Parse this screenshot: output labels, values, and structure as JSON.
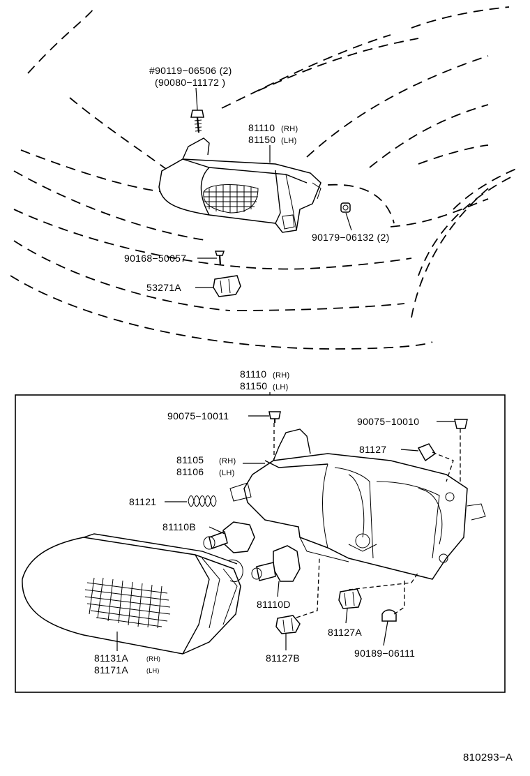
{
  "labels": {
    "bolt_top_line1": "#90119−06506 (2)",
    "bolt_top_line2": "(90080−11172 )",
    "assy_top_rh": "81110",
    "assy_top_rh_side": "(RH)",
    "assy_top_lh": "81150",
    "assy_top_lh_side": "(LH)",
    "nut_top": "90179−06132 (2)",
    "screw_top": "90168−50057",
    "clip_top": "53271A",
    "assy_box_rh": "81110",
    "assy_box_rh_side": "(RH)",
    "assy_box_lh": "81150",
    "assy_box_lh_side": "(LH)",
    "screw_left": "90075−10011",
    "screw_right": "90075−10010",
    "cap_81127": "81127",
    "housing_rh": "81105",
    "housing_rh_side": "(RH)",
    "housing_lh": "81106",
    "housing_lh_side": "(LH)",
    "spring": "81121",
    "bulb_b": "81110B",
    "bulb_d": "81110D",
    "socket_a": "81127A",
    "socket_b": "81127B",
    "clip_90189": "90189−06111",
    "lens_rh": "81131A",
    "lens_rh_side": "(RH)",
    "lens_lh": "81171A",
    "lens_lh_side": "(LH)",
    "diagram_ref": "810293−A"
  }
}
